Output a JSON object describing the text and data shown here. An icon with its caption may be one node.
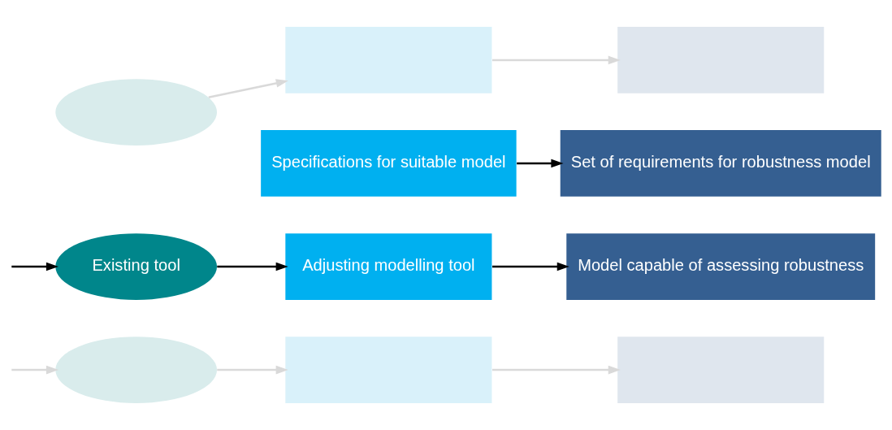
{
  "diagram": {
    "nodes": [
      {
        "text": [],
        "shape": "ellipse"
      },
      {
        "text": [],
        "shape": "box"
      },
      {
        "text": [],
        "shape": "box"
      },
      {
        "text": [
          "Specifications for suitable model"
        ]
      },
      {
        "text": [
          "Set of requirements for robustness model"
        ]
      },
      {
        "text": [
          "Existing tool"
        ]
      },
      {
        "text": [
          "Adjusting modelling tool"
        ]
      },
      {
        "text": [
          "Model capable of assessing robustness"
        ]
      },
      {
        "text": [],
        "shape": "ellipse"
      },
      {
        "text": [],
        "shape": "box"
      },
      {
        "text": [],
        "shape": "box"
      }
    ],
    "edges": [
      {
        "from": 0,
        "to": 1,
        "arrow": "to"
      },
      {
        "from": 1,
        "to": 2,
        "arrow": "to"
      },
      {
        "from": 3,
        "to": 4,
        "arrow": "to",
        "color": "#000000"
      },
      {
        "from": null,
        "to": 5,
        "arrow": "to",
        "color": "#000000"
      },
      {
        "from": 5,
        "to": 6,
        "arrow": "to",
        "color": "#000000"
      },
      {
        "from": 6,
        "to": 7,
        "arrow": "to",
        "color": "#000000"
      },
      {
        "from": null,
        "to": 8,
        "arrow": "to"
      },
      {
        "from": 8,
        "to": 9,
        "arrow": "to"
      },
      {
        "from": 9,
        "to": 10,
        "arrow": "to"
      }
    ]
  }
}
